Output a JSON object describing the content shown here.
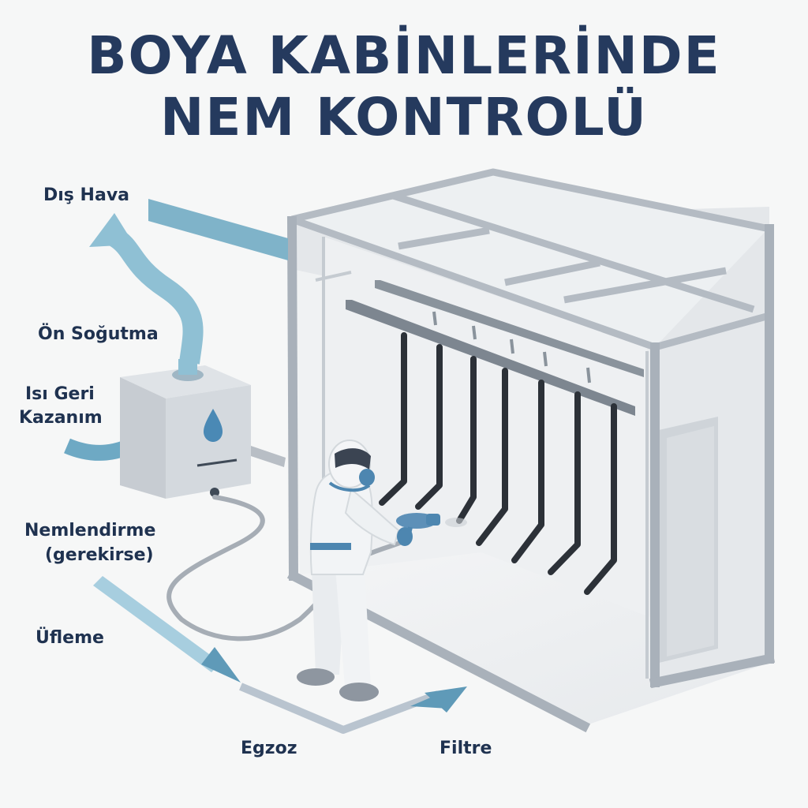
{
  "title": {
    "line1": "BOYA KABİNLERİNDE",
    "line2": "NEM KONTROLÜ"
  },
  "labels": {
    "dis_hava": "Dış Hava",
    "on_sogutma": "Ön Soğutma",
    "isi_geri_1": "Isı Geri",
    "isi_geri_2": "Kazanım",
    "nemlendirme": "Nemlendirme",
    "gerekirse": "(gerekirse)",
    "ufleme": "Üfleme",
    "egzoz": "Egzoz",
    "filtre": "Filtre"
  },
  "colors": {
    "title": "#253a5e",
    "text": "#1f3250",
    "airflow": "#6ea9c4",
    "frame": "#a9b1ba",
    "unit": "#c3c8ce",
    "hanger": "#2c3138",
    "suit": "#f2f4f6",
    "accent": "#4d86b0"
  },
  "icons": [
    "water-drop-icon"
  ]
}
